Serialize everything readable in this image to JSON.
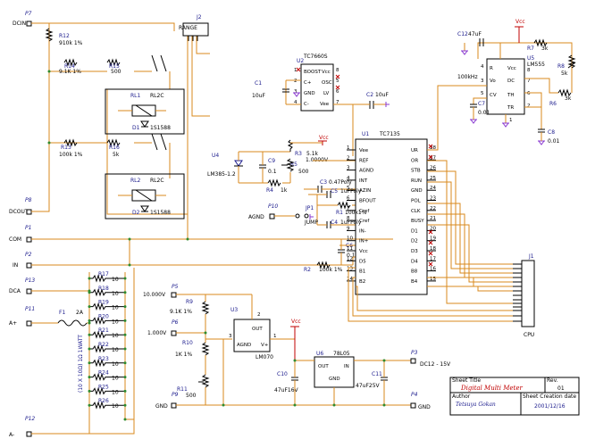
{
  "ports": {
    "p7": {
      "ref": "P7",
      "label": "DCIN"
    },
    "p8": {
      "ref": "P8",
      "label": "DCOUT"
    },
    "p1": {
      "ref": "P1",
      "label": "COM"
    },
    "p2": {
      "ref": "P2",
      "label": "IN"
    },
    "p13": {
      "ref": "P13",
      "label": "DCA"
    },
    "p11": {
      "ref": "P11",
      "label": "A+"
    },
    "p12": {
      "ref": "P12",
      "label": "A-"
    },
    "p10": {
      "ref": "P10",
      "label": "AGND"
    },
    "p5": {
      "ref": "P5",
      "label": "10.000V"
    },
    "p6": {
      "ref": "P6",
      "label": "1.000V"
    },
    "p9": {
      "ref": "P9",
      "label": "GND"
    },
    "p3": {
      "ref": "P3",
      "label": "DC12 - 15V"
    },
    "p4": {
      "ref": "P4",
      "label": "GND"
    }
  },
  "components": {
    "j2": {
      "ref": "J2",
      "name": "RANGE"
    },
    "r12": {
      "ref": "R12",
      "value": "910k 1%"
    },
    "r14": {
      "ref": "R14",
      "value": "9.1K 1%"
    },
    "r15": {
      "ref": "R15",
      "value": "500"
    },
    "r13": {
      "ref": "R13",
      "value": "100k 1%"
    },
    "r16": {
      "ref": "R16",
      "value": "5k"
    },
    "rl1": {
      "ref": "RL1",
      "name": "RL2C"
    },
    "rl2": {
      "ref": "RL2",
      "name": "RL2C"
    },
    "d1": {
      "ref": "D1",
      "value": "1S1588"
    },
    "d2": {
      "ref": "D2",
      "value": "1S1588"
    },
    "u2": {
      "ref": "U2",
      "name": "TC7660S",
      "pins": [
        "BOOST",
        "C+",
        "GND",
        "C-",
        "OSC",
        "LV",
        "Vee",
        "Vcc"
      ],
      "pin_numbers": [
        "1",
        "2",
        "3",
        "4",
        "5",
        "6",
        "7",
        "8"
      ]
    },
    "c1": {
      "ref": "C1",
      "value": "10uF"
    },
    "c2": {
      "ref": "C2",
      "value": "10uF"
    },
    "u4": {
      "ref": "U4",
      "name": "LM385-1.2"
    },
    "c9": {
      "ref": "C9",
      "value": "0.1"
    },
    "r3": {
      "ref": "R3",
      "value": "5.1k"
    },
    "r5": {
      "ref": "R5",
      "value": "500"
    },
    "r4": {
      "ref": "R4",
      "value": "1k"
    },
    "ref_voltage": "1.0000V",
    "c3": {
      "ref": "C3",
      "value": "0.47Poly"
    },
    "c5": {
      "ref": "C5",
      "value": "1uFPoly"
    },
    "r1": {
      "ref": "R1",
      "value": "100k1%"
    },
    "c4": {
      "ref": "C4",
      "value": "1uFPoly"
    },
    "jp1": {
      "ref": "JP1",
      "name": "JUMP"
    },
    "c6": {
      "ref": "C6",
      "value": "0.1"
    },
    "r2": {
      "ref": "R2",
      "value": "100k 1%"
    },
    "u1": {
      "ref": "U1",
      "name": "TC7135",
      "left_pins": [
        {
          "num": "1",
          "name": "Vee"
        },
        {
          "num": "2",
          "name": "REF"
        },
        {
          "num": "3",
          "name": "AGND"
        },
        {
          "num": "4",
          "name": "INT"
        },
        {
          "num": "5",
          "name": "AZIN"
        },
        {
          "num": "6",
          "name": "BFOUT"
        },
        {
          "num": "7",
          "name": "Cref"
        },
        {
          "num": "8",
          "name": "Cref"
        },
        {
          "num": "9",
          "name": "IN-"
        },
        {
          "num": "10",
          "name": "IN+"
        },
        {
          "num": "11",
          "name": "Vcc"
        },
        {
          "num": "12",
          "name": "D5"
        },
        {
          "num": "13",
          "name": "B1"
        },
        {
          "num": "14",
          "name": "B2"
        }
      ],
      "right_pins": [
        {
          "num": "28",
          "name": "UR"
        },
        {
          "num": "27",
          "name": "OR"
        },
        {
          "num": "26",
          "name": "STB"
        },
        {
          "num": "25",
          "name": "RUN"
        },
        {
          "num": "24",
          "name": "GND"
        },
        {
          "num": "23",
          "name": "POL"
        },
        {
          "num": "22",
          "name": "CLK"
        },
        {
          "num": "21",
          "name": "BUSY"
        },
        {
          "num": "20",
          "name": "D1"
        },
        {
          "num": "19",
          "name": "D2"
        },
        {
          "num": "18",
          "name": "D3"
        },
        {
          "num": "17",
          "name": "D4"
        },
        {
          "num": "16",
          "name": "B8"
        },
        {
          "num": "15",
          "name": "B4"
        }
      ]
    },
    "c12": {
      "ref": "C12",
      "value": "47uF"
    },
    "r7": {
      "ref": "R7",
      "value": "3k"
    },
    "r8": {
      "ref": "R8",
      "value": "5k"
    },
    "u5": {
      "ref": "U5",
      "name": "LM555",
      "pins": [
        "R",
        "Vcc",
        "DC",
        "CV",
        "TH",
        "TR",
        "Vo"
      ],
      "pin_numbers": [
        "4",
        "8",
        "7",
        "5",
        "6",
        "2",
        "3",
        "1"
      ]
    },
    "clock_label": "100kHz",
    "c7": {
      "ref": "C7",
      "value": "0.01"
    },
    "r6": {
      "ref": "R6",
      "value": "3k"
    },
    "c8": {
      "ref": "C8",
      "value": "0.01"
    },
    "j1": {
      "ref": "J1",
      "name": "CPU"
    },
    "shunts": [
      {
        "ref": "R17",
        "value": "10"
      },
      {
        "ref": "R18",
        "value": "10"
      },
      {
        "ref": "R19",
        "value": "10"
      },
      {
        "ref": "R20",
        "value": "10"
      },
      {
        "ref": "R21",
        "value": "10"
      },
      {
        "ref": "R22",
        "value": "10"
      },
      {
        "ref": "R23",
        "value": "10"
      },
      {
        "ref": "R24",
        "value": "10"
      },
      {
        "ref": "R25",
        "value": "10"
      },
      {
        "ref": "R26",
        "value": "10"
      }
    ],
    "shunt_note": "(10 X 10Ω) 1Ω 1WATT",
    "f1": {
      "ref": "F1",
      "value": "2A"
    },
    "r9": {
      "ref": "R9",
      "value": "9.1K 1%"
    },
    "r10": {
      "ref": "R10",
      "value": "1K 1%"
    },
    "r11": {
      "ref": "R11",
      "value": "500"
    },
    "u3": {
      "ref": "U3",
      "name": "LM070",
      "pins": [
        "OUT",
        "AGND",
        "V+"
      ],
      "pin_numbers": [
        "2",
        "3",
        "1"
      ]
    },
    "u6": {
      "ref": "U6",
      "name": "78L05",
      "pins": [
        "IN",
        "OUT",
        "GND"
      ]
    },
    "c10": {
      "ref": "C10",
      "value": "47uF16V"
    },
    "c11": {
      "ref": "C11",
      "value": "47uF25V"
    },
    "vcc_label": "Vcc"
  },
  "title_block": {
    "sheet_title_label": "Sheet Title",
    "sheet_title": "Digital Multi Meter",
    "rev_label": "Rev.",
    "rev": "01",
    "author_label": "Author",
    "author": "Tetsuya  Gokan",
    "date_label": "Sheet Creation date",
    "date": "2001/12/16"
  },
  "colors": {
    "wire": "#d98a1c",
    "outline": "#000000",
    "ref_text": "#1a1a8c",
    "vcc": "#c00000",
    "gnd": "#8a3ad0",
    "junction": "#2e8b2e"
  }
}
